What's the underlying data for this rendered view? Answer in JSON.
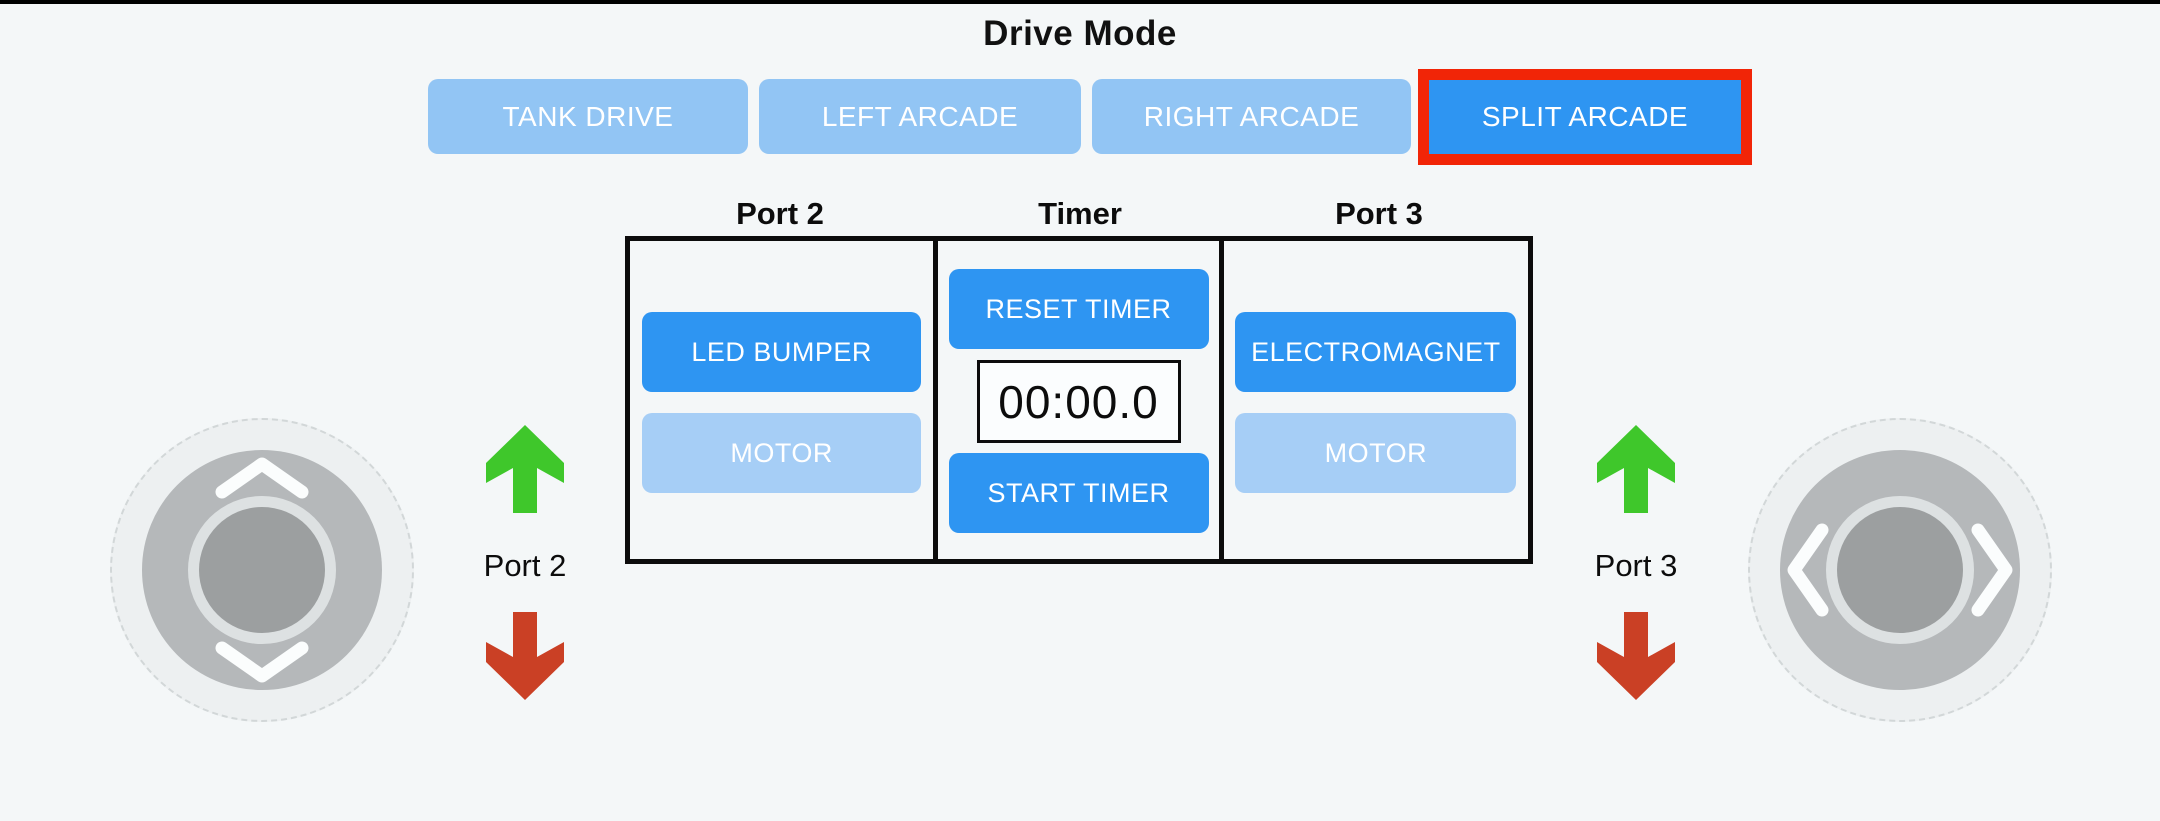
{
  "header": {
    "title": "Drive Mode"
  },
  "drive_mode": {
    "selected": "SPLIT ARCADE",
    "options": [
      {
        "label": "TANK DRIVE",
        "active": false
      },
      {
        "label": "LEFT ARCADE",
        "active": false
      },
      {
        "label": "RIGHT ARCADE",
        "active": false
      },
      {
        "label": "SPLIT ARCADE",
        "active": true
      }
    ]
  },
  "control_panel": {
    "port2": {
      "header": "Port 2",
      "device_button": "LED BUMPER",
      "motor_button": "MOTOR"
    },
    "timer": {
      "header": "Timer",
      "reset_button": "RESET TIMER",
      "display": "00:00.0",
      "start_button": "START TIMER"
    },
    "port3": {
      "header": "Port 3",
      "device_button": "ELECTROMAGNET",
      "motor_button": "MOTOR"
    }
  },
  "joystick_left": {
    "label": "Port 2",
    "axis": "vertical",
    "icons": [
      "chevron-up-icon",
      "chevron-down-icon"
    ]
  },
  "joystick_right": {
    "label": "Port 3",
    "axis": "horizontal",
    "icons": [
      "chevron-left-icon",
      "chevron-right-icon"
    ]
  },
  "indicators": {
    "forward_icon": "green-up-arrow-icon",
    "reverse_icon": "red-down-arrow-icon"
  },
  "colors": {
    "background": "#f4f7f8",
    "button_active": "#2e95f2",
    "button_inactive_top": "#92c5f4",
    "button_inactive_panel": "#a6cef6",
    "selection_border": "#f12507",
    "forward_arrow": "#3fc72b",
    "reverse_arrow": "#ca4025",
    "joystick_base": "#b5b8ba",
    "joystick_knob": "#9c9fa0",
    "table_border": "#0c0c0c"
  }
}
